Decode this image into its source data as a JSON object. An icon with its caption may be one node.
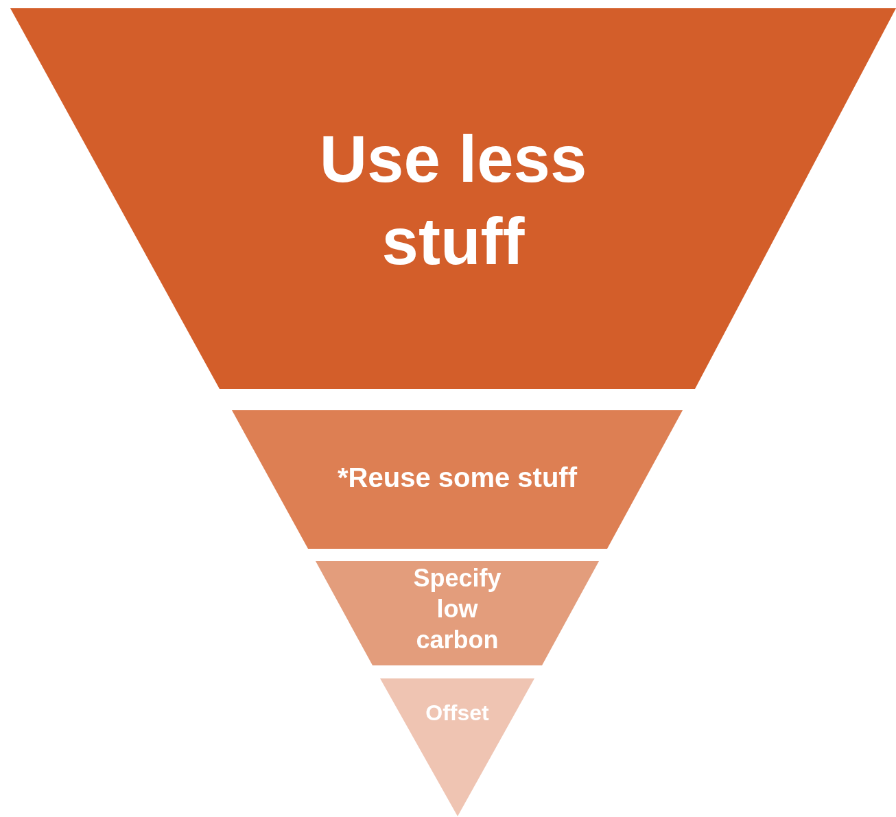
{
  "diagram": {
    "nodes": [
      {
        "text": [
          "Use less stuff"
        ]
      },
      {
        "text": [
          "*Reuse some stuff"
        ]
      },
      {
        "text": [
          "Specify low carbon"
        ]
      },
      {
        "text": [
          "Offset"
        ]
      }
    ]
  }
}
